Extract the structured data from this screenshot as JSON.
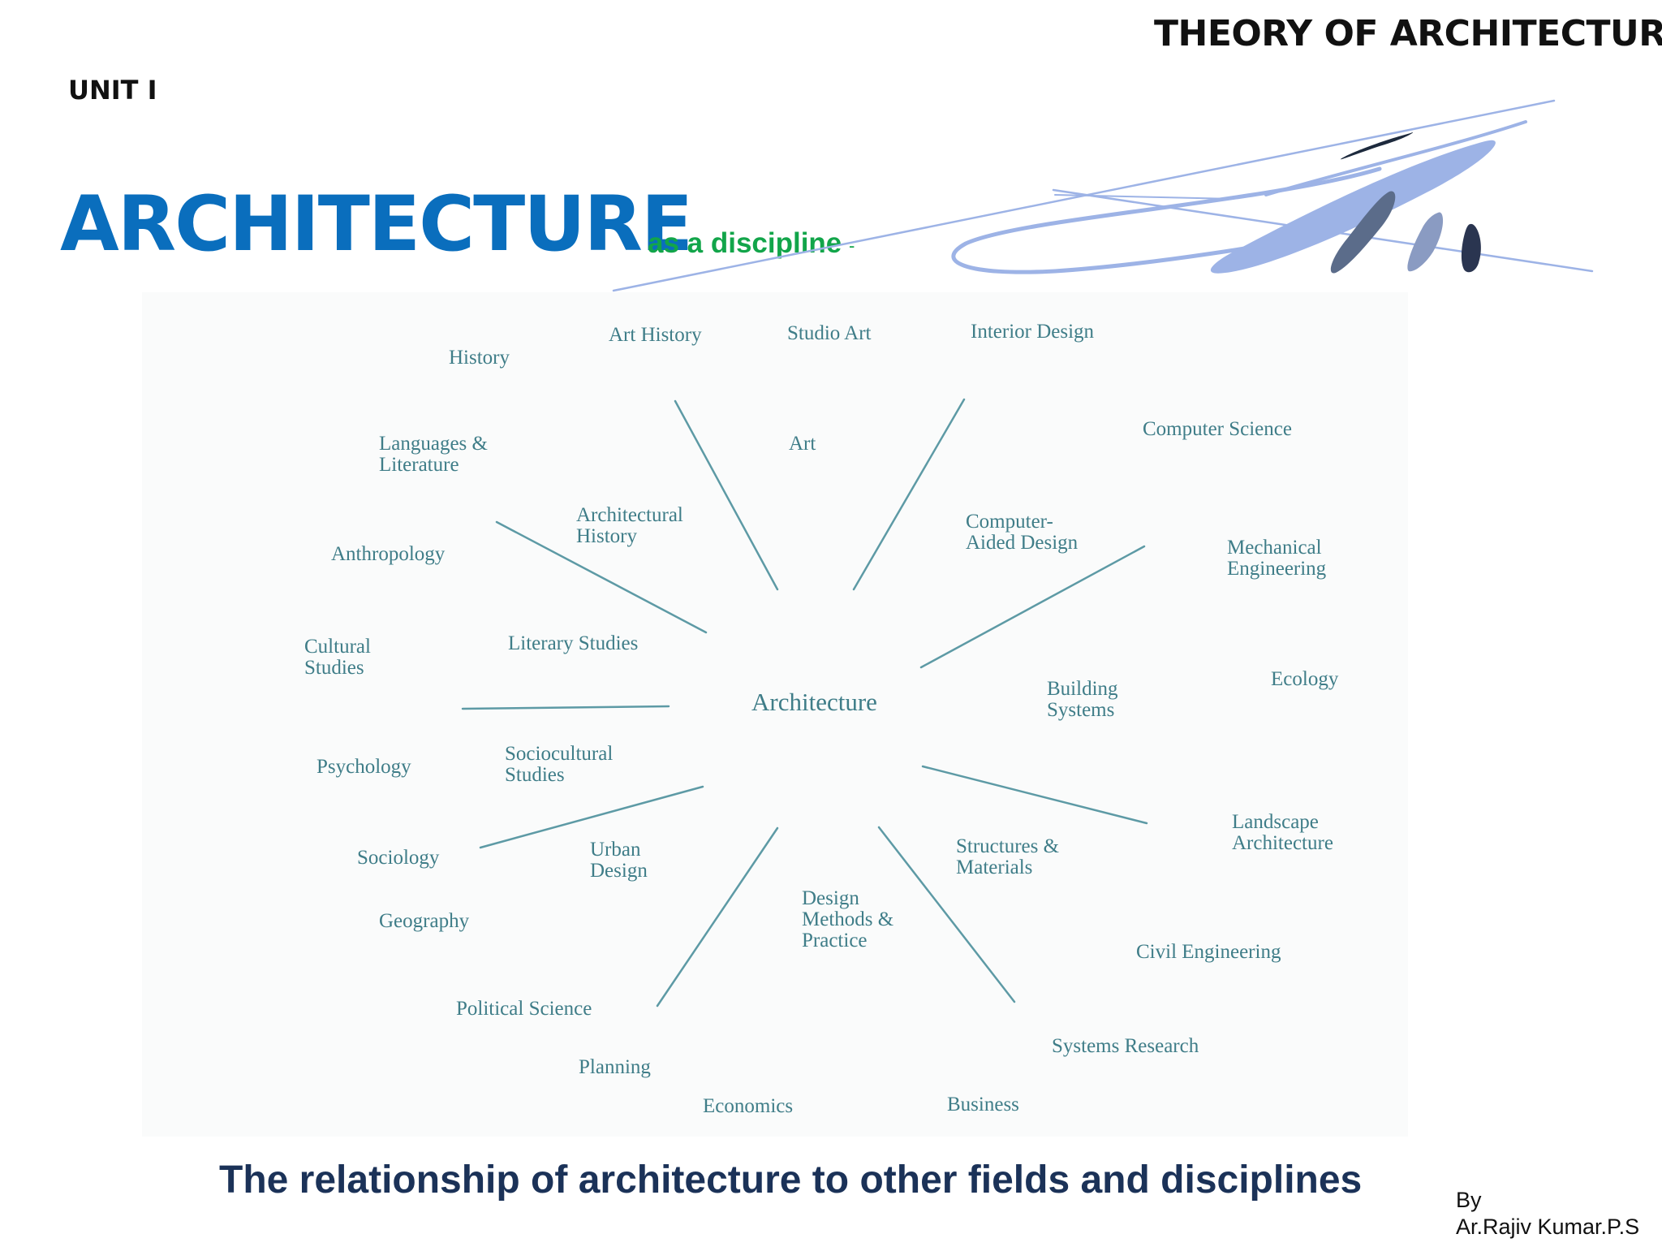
{
  "header": {
    "course_title": "THEORY OF ARCHITECTURE",
    "unit": "UNIT I",
    "title": "ARCHITECTURE",
    "subtitle": "as a discipline",
    "subtitle_mark": "-"
  },
  "diagram": {
    "center": "Architecture",
    "fields": {
      "history": "History",
      "art_history": "Art History",
      "studio_art": "Studio Art",
      "interior_design": "Interior Design",
      "art": "Art",
      "computer_science": "Computer Science",
      "languages_literature": "Languages &\nLiterature",
      "architectural_history": "Architectural\nHistory",
      "computer_aided_design": "Computer-\nAided Design",
      "mechanical_engineering": "Mechanical\nEngineering",
      "anthropology": "Anthropology",
      "cultural_studies": "Cultural\nStudies",
      "literary_studies": "Literary Studies",
      "ecology": "Ecology",
      "building_systems": "Building\nSystems",
      "psychology": "Psychology",
      "sociocultural_studies": "Sociocultural\nStudies",
      "landscape_architecture": "Landscape\nArchitecture",
      "sociology": "Sociology",
      "urban_design": "Urban\nDesign",
      "structures_materials": "Structures &\nMaterials",
      "geography": "Geography",
      "design_methods": "Design\nMethods &\nPractice",
      "civil_engineering": "Civil Engineering",
      "political_science": "Political Science",
      "systems_research": "Systems Research",
      "planning": "Planning",
      "economics": "Economics",
      "business": "Business"
    }
  },
  "caption": "The relationship of architecture to other fields and disciplines",
  "author": {
    "by": "By",
    "name": "Ar.Rajiv Kumar.P.S"
  },
  "colors": {
    "title_blue": "#0a6ebd",
    "subtitle_green": "#12a54a",
    "diagram_teal": "#3f7d88",
    "caption_navy": "#1b3258",
    "swoosh_blue": "#9db3e6"
  }
}
